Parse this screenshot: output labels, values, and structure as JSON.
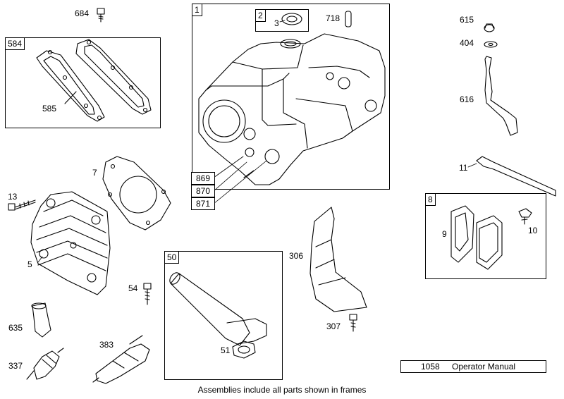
{
  "callouts": {
    "c684": "684",
    "c584": "584",
    "c585": "585",
    "c1": "1",
    "c2": "2",
    "c3": "3",
    "c718": "718",
    "c615": "615",
    "c404": "404",
    "c616": "616",
    "c7": "7",
    "c13": "13",
    "c5": "5",
    "c11": "11",
    "c8": "8",
    "c9": "9",
    "c10": "10",
    "c869": "869",
    "c870": "870",
    "c871": "871",
    "c50": "50",
    "c54": "54",
    "c306": "306",
    "c307": "307",
    "c51": "51",
    "c635": "635",
    "c337": "337",
    "c383": "383"
  },
  "manual": {
    "number": "1058",
    "label": "Operator Manual"
  },
  "footer": "Assemblies include all parts shown in frames",
  "parts": {
    "bolt_684": "bolt",
    "gasket_585": "rocker-cover-gasket",
    "cylinder_1": "cylinder-assembly",
    "seal_3": "oil-seal",
    "pin_718": "dowel-pin",
    "nut_615": "nut",
    "washer_404": "washer",
    "lever_616": "governor-lever",
    "gasket_7": "cylinder-head-gasket",
    "screw_13": "cylinder-head-screw",
    "head_5": "cylinder-head",
    "dipstick_11": "tube",
    "cover_9": "breather-cover",
    "screw_10": "screw",
    "tube_50": "oil-fill-tube",
    "screw_54": "screw",
    "shield_306": "air-guide",
    "screw_307": "screw",
    "gasket_51": "gasket",
    "boot_635": "spark-plug-boot",
    "plug_337": "spark-plug",
    "tool_383": "spark-plug-tool"
  }
}
